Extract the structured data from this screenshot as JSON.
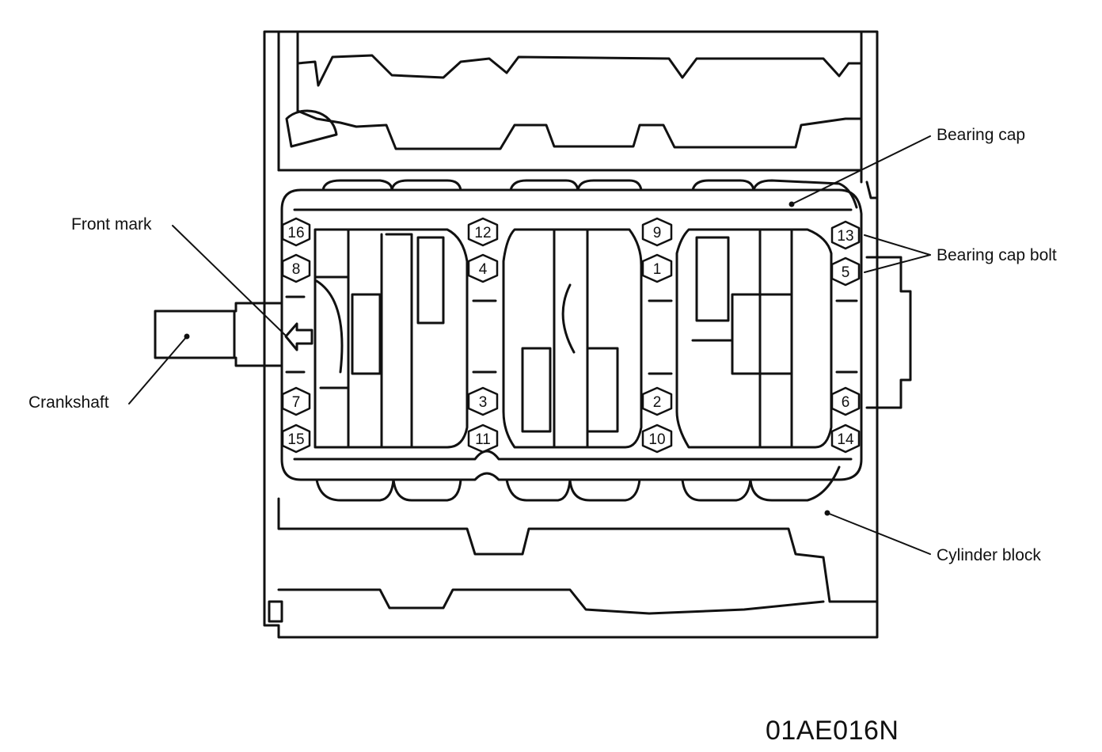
{
  "labels": {
    "bearing_cap": "Bearing cap",
    "bearing_cap_bolt": "Bearing cap bolt",
    "front_mark": "Front mark",
    "crankshaft": "Crankshaft",
    "cylinder_block": "Cylinder block"
  },
  "figure_code": "01AE016N",
  "bolts": [
    "16",
    "8",
    "7",
    "15",
    "12",
    "4",
    "3",
    "11",
    "9",
    "1",
    "2",
    "10",
    "13",
    "5",
    "6",
    "14"
  ],
  "colors": {
    "line": "#111111",
    "background": "#ffffff"
  }
}
